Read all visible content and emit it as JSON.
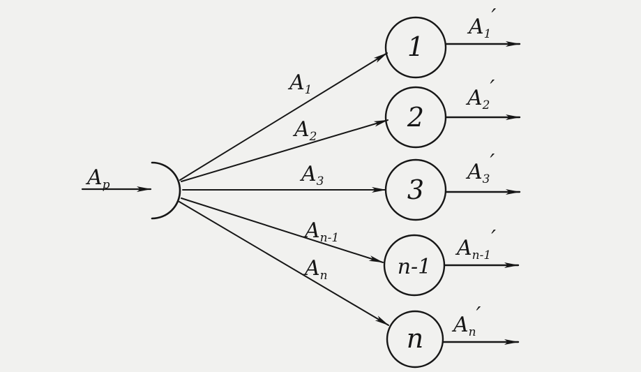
{
  "input": {
    "symbol": "A",
    "sub": "p",
    "prime": ""
  },
  "branches": [
    {
      "node": "1",
      "in_symbol": "A",
      "in_sub": "1",
      "out_symbol": "A",
      "out_sub": "1",
      "out_prime": "′"
    },
    {
      "node": "2",
      "in_symbol": "A",
      "in_sub": "2",
      "out_symbol": "A",
      "out_sub": "2",
      "out_prime": "′"
    },
    {
      "node": "3",
      "in_symbol": "A",
      "in_sub": "3",
      "out_symbol": "A",
      "out_sub": "3",
      "out_prime": "′"
    },
    {
      "node": "n-1",
      "in_symbol": "A",
      "in_sub": "n-1",
      "out_symbol": "A",
      "out_sub": "n-1",
      "out_prime": "′"
    },
    {
      "node": "n",
      "in_symbol": "A",
      "in_sub": "n",
      "out_symbol": "A",
      "out_sub": "n",
      "out_prime": "′"
    }
  ]
}
